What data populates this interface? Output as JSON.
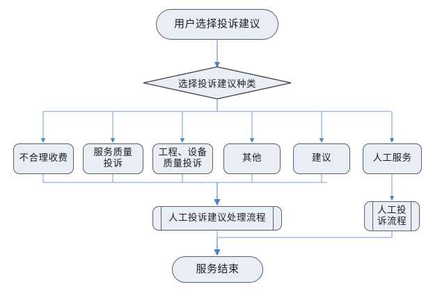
{
  "diagram": {
    "type": "flowchart",
    "language": "zh-CN",
    "colors": {
      "node_fill": "#e9eef6",
      "node_border": "#5a5f66",
      "connector": "#4f81bd",
      "connector_light": "#8db3e2",
      "text": "#1c1c1c",
      "background": "#ffffff"
    },
    "start": {
      "shape": "terminator",
      "label": "用户选择投诉建议"
    },
    "decision": {
      "shape": "diamond",
      "label": "选择投诉建议种类"
    },
    "options": [
      {
        "shape": "process",
        "label": "不合理收费"
      },
      {
        "shape": "process",
        "label": "服务质量\n投诉"
      },
      {
        "shape": "process",
        "label": "工程、设备\n质量投诉"
      },
      {
        "shape": "process",
        "label": "其他"
      },
      {
        "shape": "process",
        "label": "建议"
      },
      {
        "shape": "process",
        "label": "人工服务"
      }
    ],
    "processes": [
      {
        "shape": "predefined-process",
        "label": "人工投诉建议处理流程"
      },
      {
        "shape": "predefined-process",
        "label": "人工投\n诉流程"
      }
    ],
    "end": {
      "shape": "terminator",
      "label": "服务结束"
    }
  }
}
